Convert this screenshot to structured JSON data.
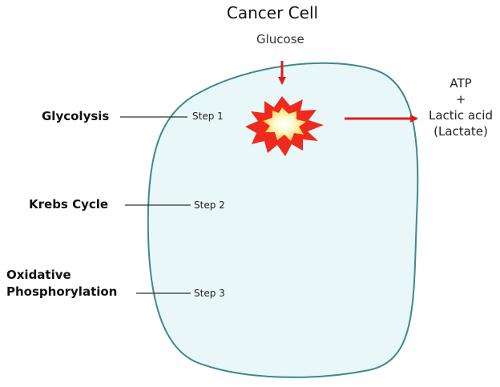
{
  "title": "Cancer Cell",
  "input": "Glucose",
  "products": {
    "line1": "ATP",
    "line2": "+",
    "line3": "Lactic acid",
    "line4": "(Lactate)"
  },
  "stages": [
    {
      "name": "Glycolysis",
      "step": "Step 1"
    },
    {
      "name": "Krebs Cycle",
      "step": "Step 2"
    },
    {
      "name_line1": "Oxidative",
      "name_line2": "Phosphorylation",
      "step": "Step 3"
    }
  ],
  "colors": {
    "cell_fill": "#e9f7f9",
    "cell_outline": "#3c8a8c",
    "arrow": "#e01b1b",
    "burst_outer": "#ee2a1e",
    "burst_inner": "#fff08a",
    "connector": "#333333"
  }
}
